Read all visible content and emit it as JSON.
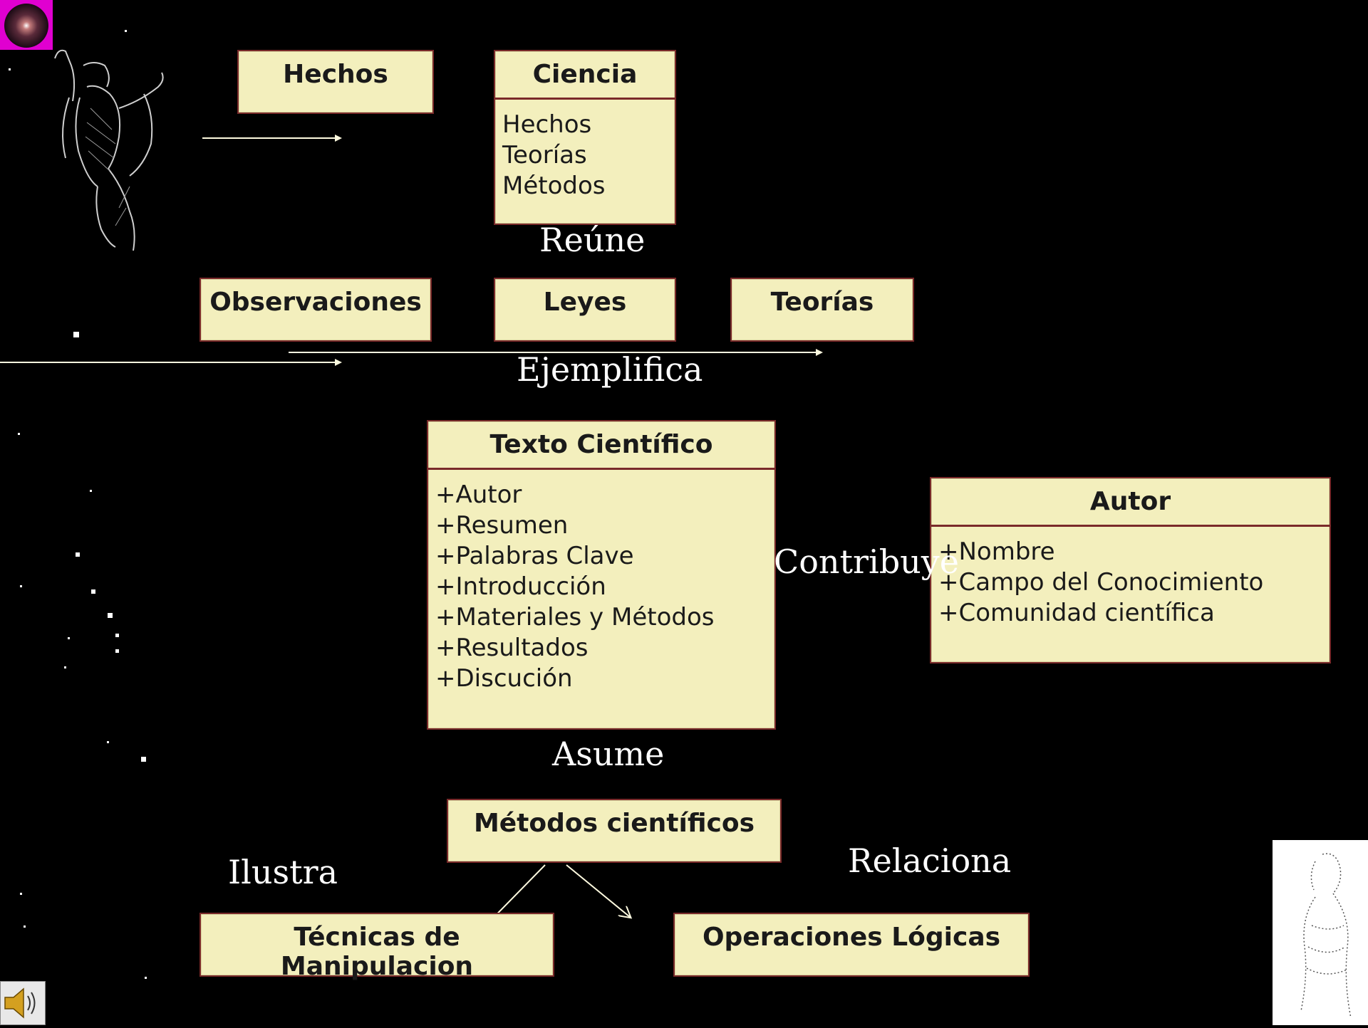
{
  "classes": {
    "hechos": {
      "name": "Hechos"
    },
    "ciencia": {
      "name": "Ciencia",
      "attributes": [
        "Hechos",
        "Teorías",
        "Métodos"
      ]
    },
    "observaciones": {
      "name": "Observaciones"
    },
    "leyes": {
      "name": "Leyes"
    },
    "teorias": {
      "name": "Teorías"
    },
    "texto": {
      "name": "Texto Científico",
      "attributes": [
        "+Autor",
        "+Resumen",
        "+Palabras Clave",
        "+Introducción",
        "+Materiales y Métodos",
        "+Resultados",
        "+Discución"
      ]
    },
    "autor": {
      "name": "Autor",
      "attributes": [
        "+Nombre",
        "+Campo del Conocimiento",
        "+Comunidad científica"
      ]
    },
    "metodos": {
      "name": "Métodos científicos"
    },
    "tecnicas": {
      "name": "Técnicas de Manipulacion"
    },
    "operaciones": {
      "name": "Operaciones Lógicas"
    }
  },
  "relations": {
    "reune": "Reúne",
    "ejemplifica": "Ejemplifica",
    "contribuye": "Contribuye",
    "asume": "Asume",
    "ilustra": "Ilustra",
    "relaciona": "Relaciona"
  },
  "colors": {
    "background": "#000000",
    "box_fill": "#f3efbd",
    "box_border": "#7a2a2a",
    "arrow": "#fffbe0"
  },
  "icons": [
    "planet-icon",
    "hermes-figure",
    "statue-figure",
    "speaker-icon"
  ]
}
